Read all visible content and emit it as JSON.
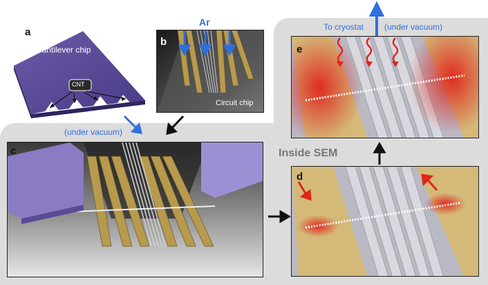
{
  "panels": {
    "a": {
      "label": "a",
      "chip_text": "Cantilever chip",
      "cnt_text": "CNT"
    },
    "b": {
      "label": "b",
      "gas_text": "Ar",
      "chip_text": "Circuit chip"
    },
    "c": {
      "label": "c"
    },
    "d": {
      "label": "d"
    },
    "e": {
      "label": "e"
    }
  },
  "annotations": {
    "under_vacuum_left": "(under vacuum)",
    "under_vacuum_right": "(under vacuum)",
    "to_cryostat": "To cryostat",
    "inside_sem": "Inside SEM"
  },
  "colors": {
    "accent_blue": "#2f6fe0",
    "heat_red": "#e0241c",
    "cantilever_purple": "#5a4a96",
    "gold_electrode": "#b89a4e",
    "background_gray": "#dcdcdc"
  }
}
